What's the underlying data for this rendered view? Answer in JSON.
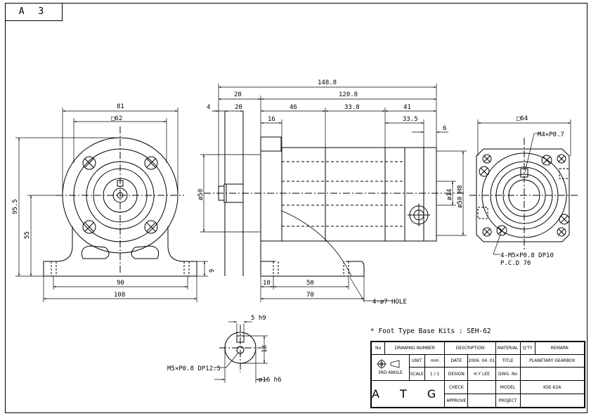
{
  "sheet": {
    "size_label": "A 3"
  },
  "front_view": {
    "dims": {
      "width_81": "81",
      "square_62": "□62",
      "height_95_5": "95.5",
      "center_height_55": "55",
      "foot_height_9": "9",
      "foot_span_90": "90",
      "overall_108": "108"
    }
  },
  "side_view": {
    "dims": {
      "overall_148_8": "148.8",
      "len_28": "28",
      "len_120_8": "120.8",
      "len_4": "4",
      "len_20": "20",
      "len_46": "46",
      "len_33_8": "33.8",
      "len_41": "41",
      "len_16": "16",
      "len_33_5": "33.5",
      "len_6": "6",
      "dia_50": "ø50",
      "dia_14": "ø14",
      "dia_50_h8": "ø50 H8",
      "len_10": "10",
      "len_50": "50",
      "len_70": "70",
      "hole_note": "4-ø7 HOLE"
    }
  },
  "right_view": {
    "dims": {
      "square_64": "□64",
      "tap_m4": "M4×P0.7",
      "tap_m5": "4-M5×P0.8 DP10",
      "pcd": "P.C.D 70"
    }
  },
  "shaft_detail": {
    "dims": {
      "key_5_h9": "5 h9",
      "height_18": "18",
      "tap_m5": "M5×P0.8 DP12.5",
      "dia_16_h6": "ø16 h6"
    }
  },
  "note": "* Foot Type Base Kits : SEH-62",
  "title_block": {
    "headers": {
      "no": "No",
      "drawing_number": "DRAWING NUMBER",
      "description": "DESCRIPTION",
      "material": "MATERIAL",
      "qty": "Q'TY",
      "remark": "REMARK"
    },
    "unit_label": "UNIT",
    "unit_value": "mm",
    "scale_label": "SCALE",
    "scale_value": "1 / 1",
    "projection": "3RD ANGLE",
    "date_label": "DATE",
    "date_value": "2006. 04. 01",
    "design_label": "DESIGN",
    "design_value": "H.Y LEE",
    "check_label": "CHECK",
    "approve_label": "APPROVE",
    "title_label": "TITLE",
    "title_value": "PLANETARY GEARBOX",
    "dwg_no_label": "DWG. No",
    "model_label": "MODEL",
    "model_value": "KSE-62A",
    "project_label": "PROJECT",
    "logo": "A T G"
  }
}
